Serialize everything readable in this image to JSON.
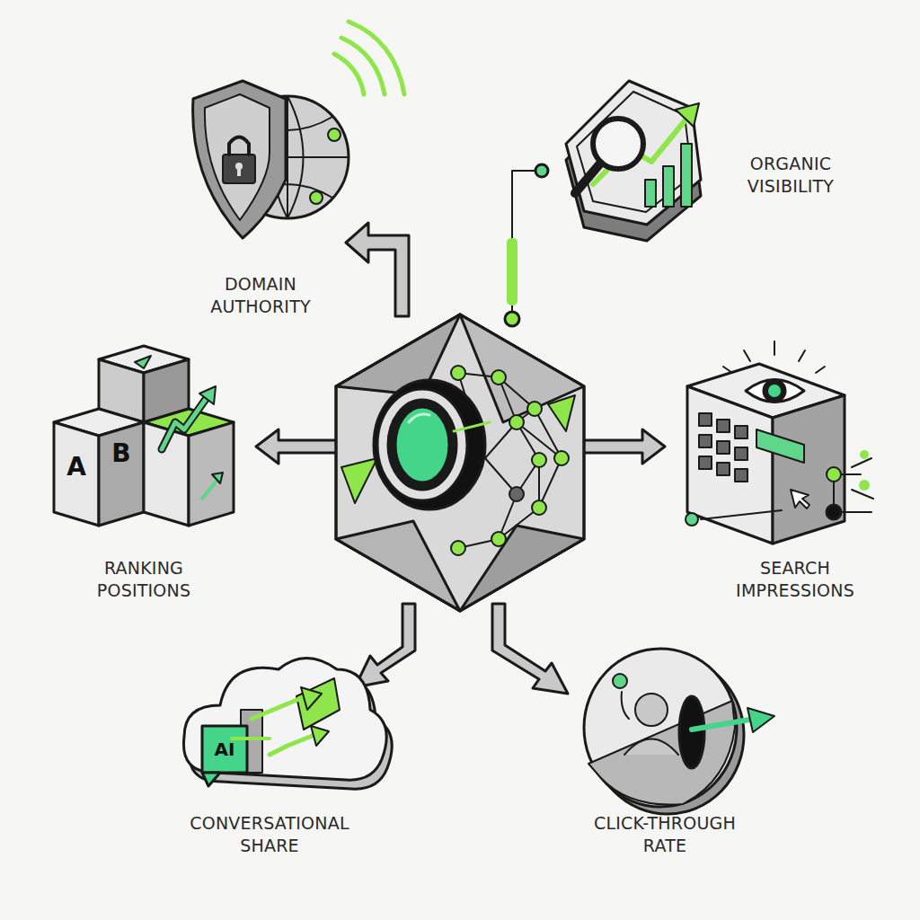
{
  "diagram": {
    "labels": [
      "DOMAIN AUTHORITY",
      "ORGANIC VISIBILITY",
      "RANKING POSITIONS",
      "SEARCH IMPRESSIONS",
      "CONVERSATIONAL SHARE",
      "CLICK-THROUGH RATE",
      "A",
      "B",
      "AI"
    ]
  }
}
